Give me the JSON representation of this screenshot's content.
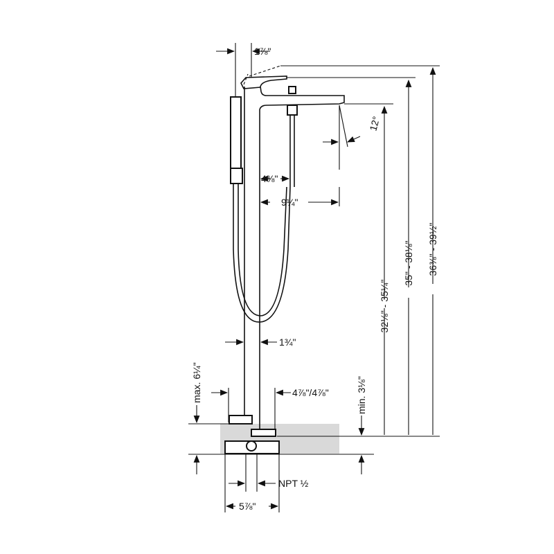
{
  "dimensions": {
    "lever_offset": "1⅞\"",
    "spout_angle": "12°",
    "column_to_pipe": "4⅜\"",
    "spout_reach": "9¼\"",
    "spout_height": "32⅛\" - 35¼\"",
    "lever_height": "35\" - 38⅛\"",
    "max_height": "36⅜\" - 39½\"",
    "column_diameter": "1¾\"",
    "max_floor_depth": "max. 6¼\"",
    "base_width": "4⅞\"/4⅞\"",
    "min_depth": "min. 3⅛\"",
    "connection": "NPT ½",
    "mount_width": "5⅞\""
  },
  "colors": {
    "line": "#111111",
    "floor_fill": "#d9d9d9"
  }
}
